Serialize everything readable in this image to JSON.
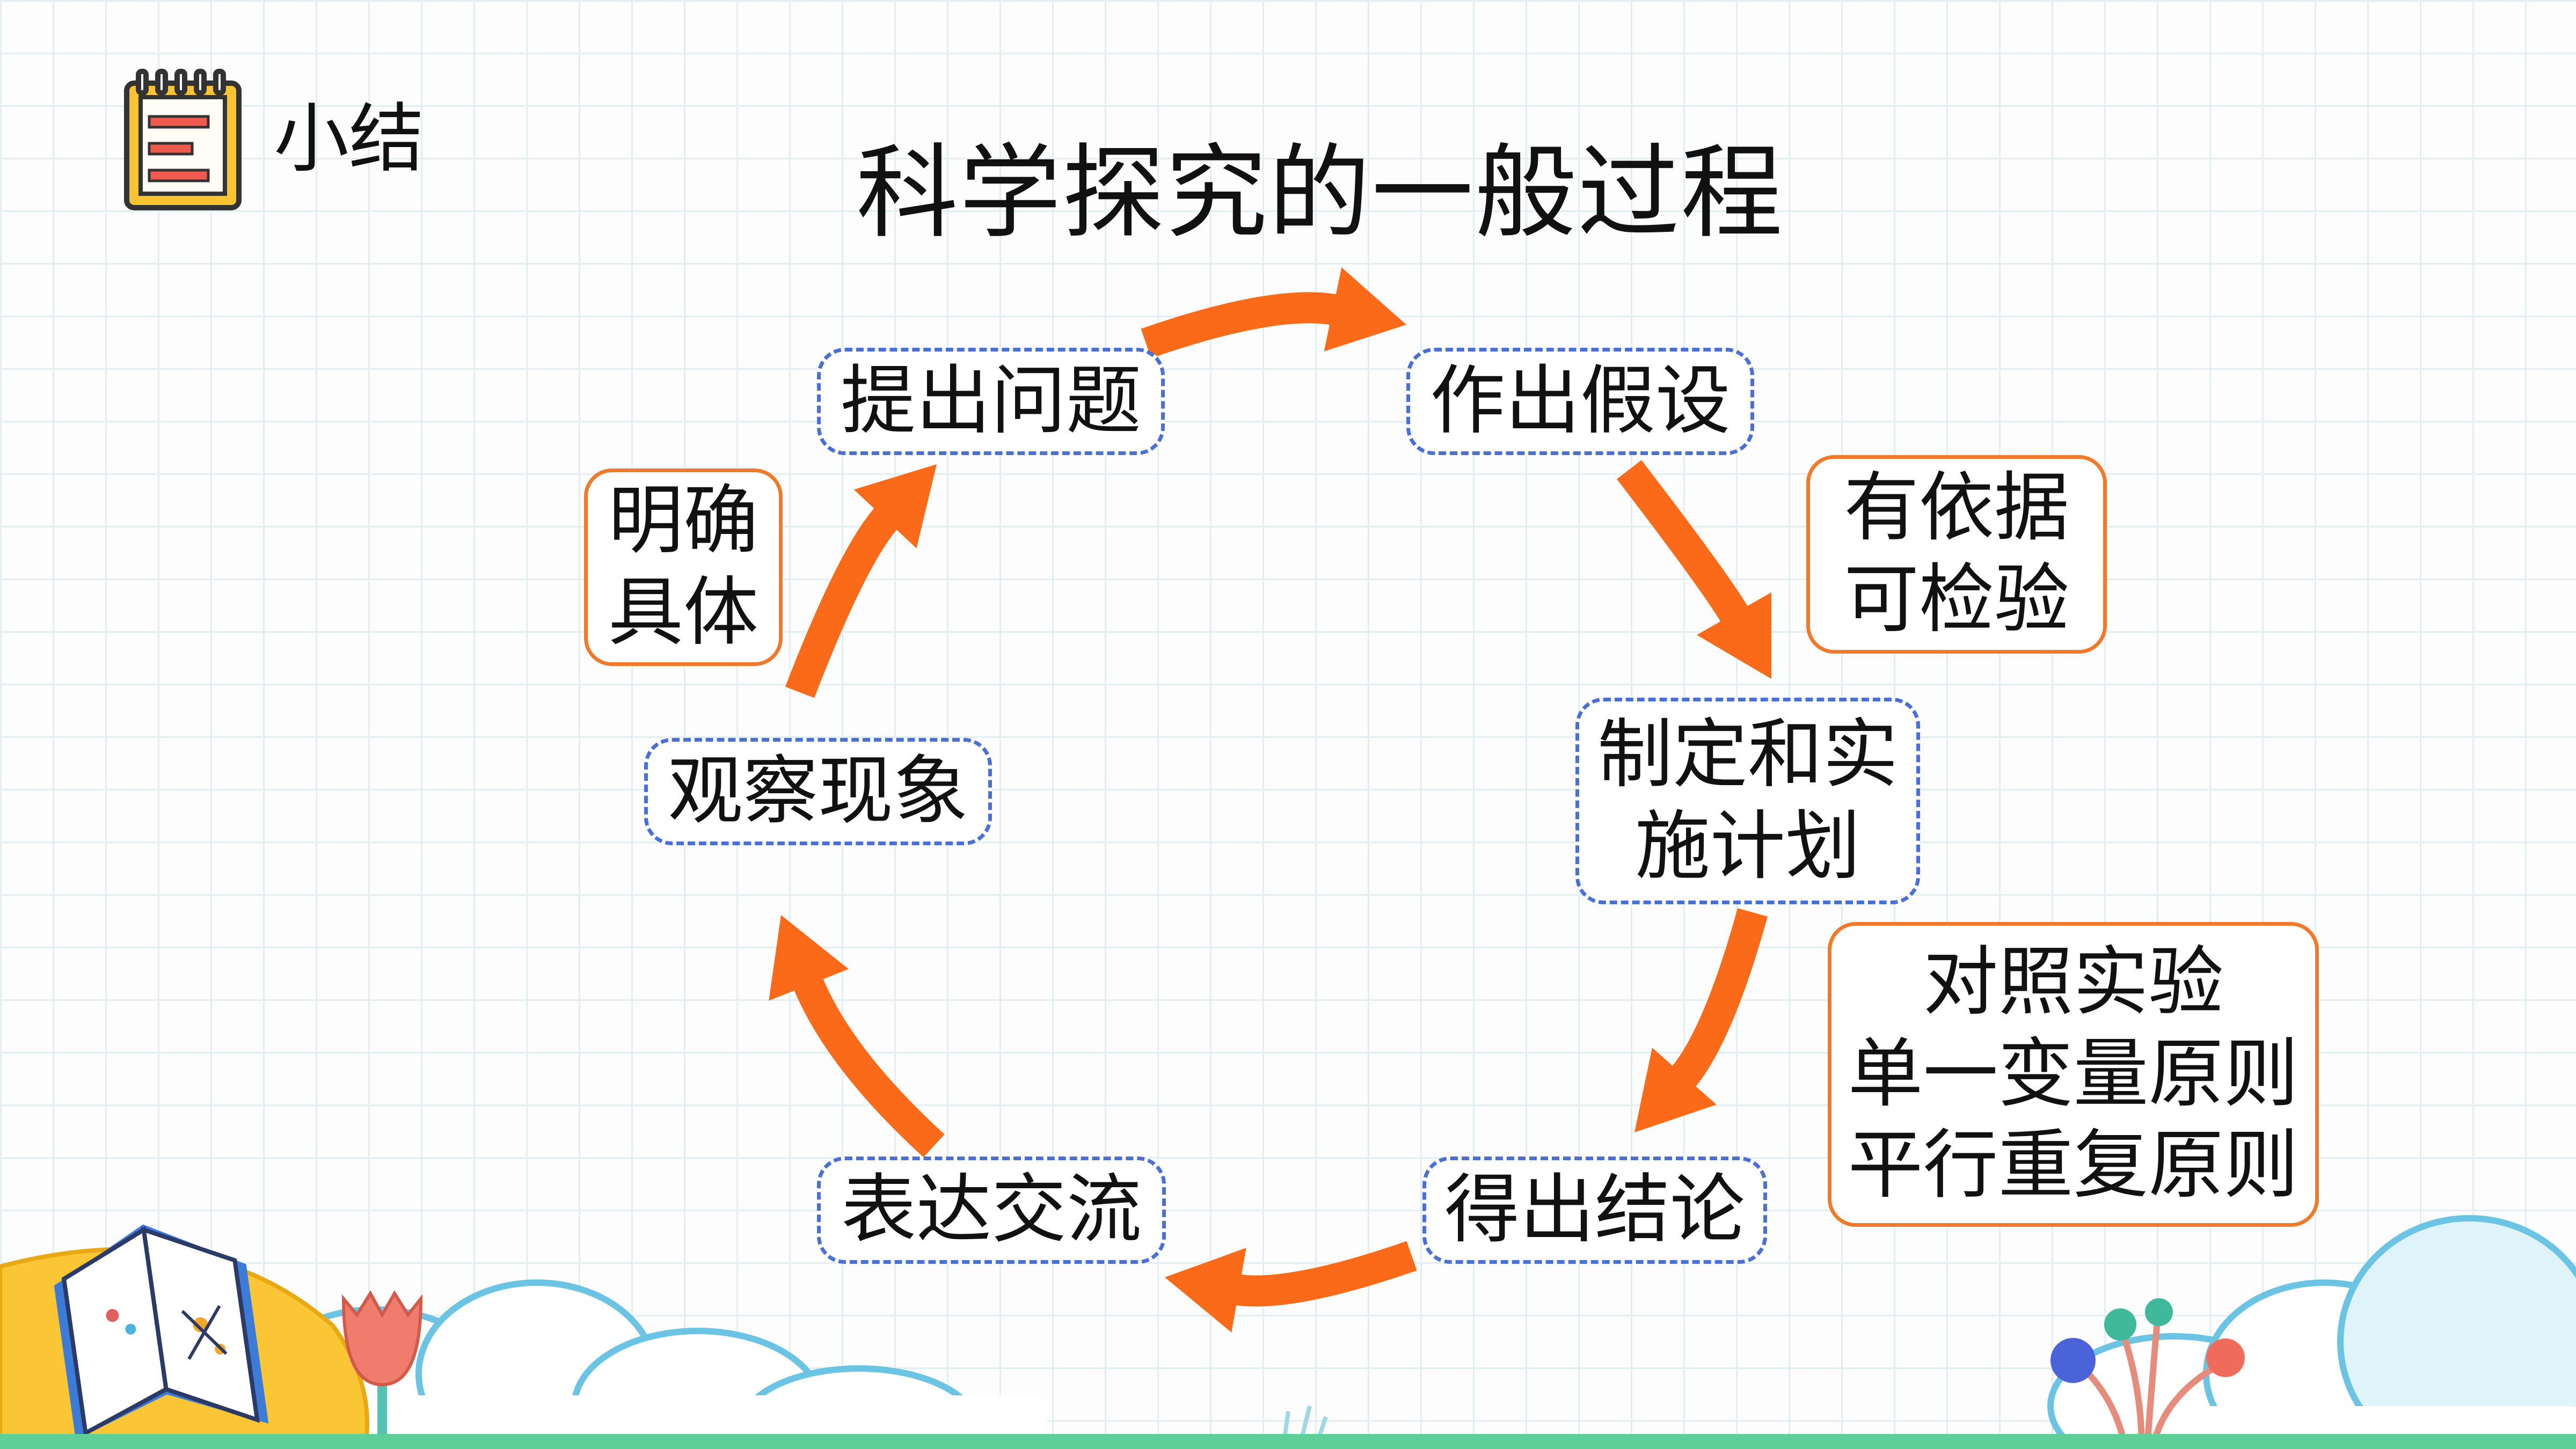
{
  "header": {
    "label": "小结",
    "icon": "notepad-list-icon"
  },
  "title": "科学探究的一般过程",
  "steps": {
    "ask": "提出问题",
    "hypothesize": "作出假设",
    "plan": [
      "制定和实",
      "施计划"
    ],
    "conclude": "得出结论",
    "communicate": "表达交流",
    "observe": "观察现象"
  },
  "notes": {
    "question": [
      "明确",
      "具体"
    ],
    "hypothesis": [
      "有依据",
      "可检验"
    ],
    "plan": [
      "对照实验",
      "单一变量原则",
      "平行重复原则"
    ]
  },
  "colors": {
    "arrow": "#fb6a18",
    "step_border": "#4a6fd6",
    "note_border": "#f07a2c",
    "grid": "#e3eef3",
    "icon_fill": "#f9c332",
    "icon_lines": "#ef5a4f"
  }
}
